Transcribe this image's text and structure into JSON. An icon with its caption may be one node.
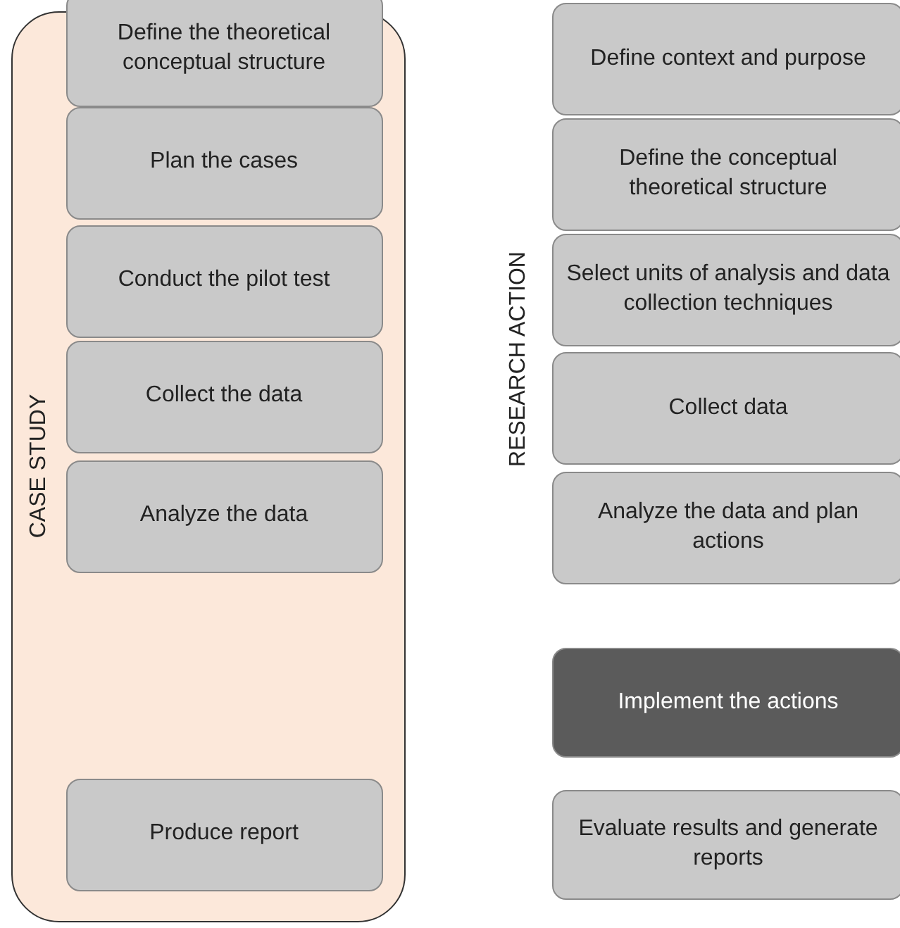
{
  "diagram": {
    "nodes": [
      {
        "text": [
          "CASE STUDY"
        ]
      },
      {
        "text": [
          "Define the theoretical conceptual structure"
        ],
        "in": 0
      },
      {
        "text": [
          "Plan the cases"
        ],
        "in": 0
      },
      {
        "text": [
          "Conduct the pilot test"
        ],
        "in": 0
      },
      {
        "text": [
          "Collect the data"
        ],
        "in": 0
      },
      {
        "text": [
          "Analyze the data"
        ],
        "in": 0
      },
      {
        "text": [
          "Produce report"
        ],
        "in": 0
      },
      {
        "text": [
          "Define context and purpose"
        ]
      },
      {
        "text": [
          "Define the conceptual theoretical structure"
        ]
      },
      {
        "text": [
          "Select units of analysis and data collection techniques"
        ]
      },
      {
        "text": [
          "Collect data"
        ]
      },
      {
        "text": [
          "Analyze the data and plan actions"
        ]
      },
      {
        "text": [
          "Implement the actions"
        ]
      },
      {
        "text": [
          "Evaluate results and generate reports"
        ]
      }
    ],
    "labels": [
      "RESEARCH ACTION"
    ]
  }
}
